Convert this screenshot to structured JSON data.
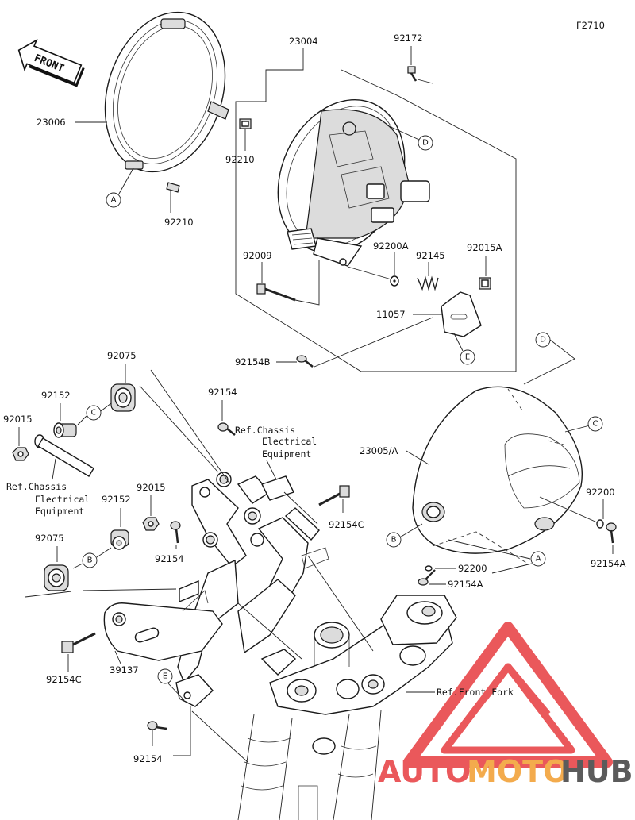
{
  "figure_code": "F2710",
  "front_label": "FRONT",
  "parts": {
    "p23006": "23006",
    "p92210_top": "92210",
    "p92210_bottom": "92210",
    "p23004": "23004",
    "p92172": "92172",
    "p92009": "92009",
    "p92200A": "92200A",
    "p92145": "92145",
    "p92015A": "92015A",
    "p11057": "11057",
    "p92154B": "92154B",
    "p92075_top": "92075",
    "p92152_top": "92152",
    "p92015_left": "92015",
    "p92154_mid": "92154",
    "p92015_mid": "92015",
    "p92152_mid": "92152",
    "p92075_bottom": "92075",
    "p92154_left": "92154",
    "p92154C_mid": "92154C",
    "p23005A": "23005/A",
    "p92200_right": "92200",
    "p92154A_right": "92154A",
    "p92200_bottom": "92200",
    "p92154A_bottom": "92154A",
    "p39137": "39137",
    "p92154C_left": "92154C",
    "p92154_bottom": "92154"
  },
  "refs": {
    "chassis_1_line1": "Ref.Chassis",
    "chassis_1_line2": "Electrical",
    "chassis_1_line3": "Equipment",
    "chassis_2_line1": "Ref.Chassis",
    "chassis_2_line2": "Electrical",
    "chassis_2_line3": "Equipment",
    "front_fork": "Ref.Front Fork"
  },
  "callouts": {
    "a1": "A",
    "a2": "A",
    "b1": "B",
    "b2": "B",
    "c1": "C",
    "c2": "C",
    "d1": "D",
    "d2": "D",
    "e1": "E",
    "e2": "E"
  },
  "watermark": {
    "word1": "AUTO",
    "word2": "MOTO",
    "word3": "HUB",
    "color_red": "#e8474a",
    "color_orange": "#f2a33a",
    "color_gray": "#4a4a4a"
  }
}
